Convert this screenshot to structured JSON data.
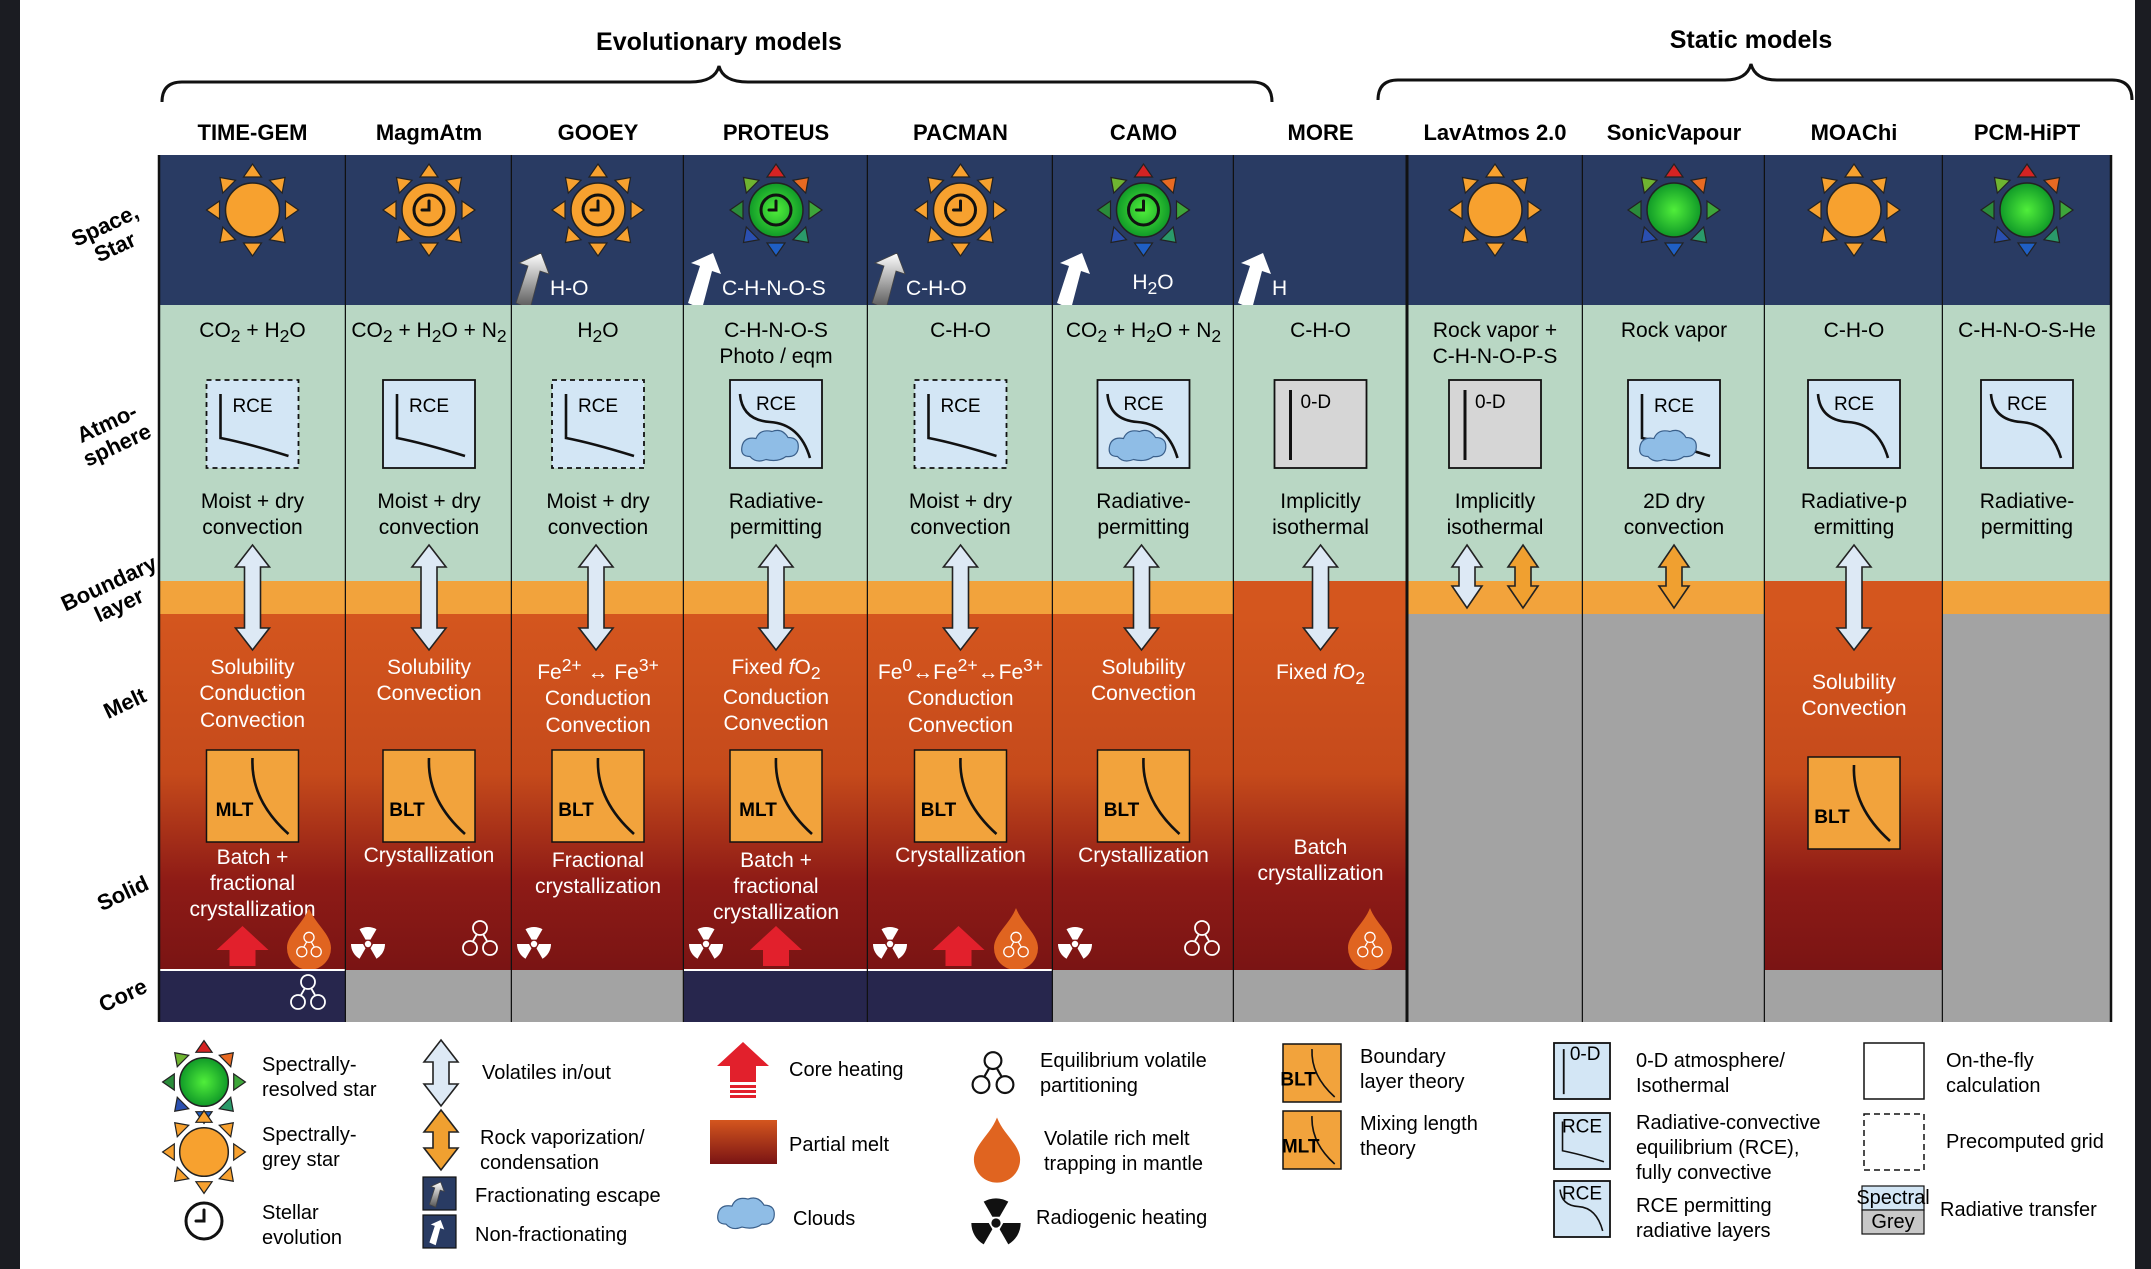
{
  "groups": {
    "evolutionary": "Evolutionary models",
    "static": "Static models"
  },
  "row_labels": {
    "space": "Space,\nStar",
    "atmosphere": "Atmo-\nsphere",
    "boundary": "Boundary\nlayer",
    "melt": "Melt",
    "solid": "Solid",
    "core": "Core"
  },
  "models": [
    {
      "name": "TIME-GEM",
      "star": "grey",
      "clock": false,
      "escape": "",
      "escape_type": "",
      "species": "CO2 + H2O",
      "species_html": "CO<sub>2</sub> + H<sub>2</sub>O",
      "atm_box": "RCE",
      "atm_curve": "rce",
      "atm_grid": true,
      "clouds": false,
      "spectral": false,
      "atm_text": "Moist + dry\nconvection",
      "bl_arrows": [
        "blue"
      ],
      "interior": true,
      "melt_text_html": "Solubility<br>Conduction<br>Convection",
      "mix_box": "MLT",
      "solid_text": "Batch +\nfractional\ncrystallization",
      "icons": [
        "rockdrop"
      ],
      "core_heat": true,
      "core": "dark",
      "core_icons": [
        "partition"
      ]
    },
    {
      "name": "MagmAtm",
      "star": "grey",
      "clock": true,
      "escape": "",
      "escape_type": "",
      "species": "CO2 + H2O + N2",
      "species_html": "CO<sub>2</sub> + H<sub>2</sub>O + N<sub>2</sub>",
      "atm_box": "RCE",
      "atm_curve": "rce",
      "atm_grid": false,
      "clouds": false,
      "spectral": false,
      "atm_text": "Moist + dry\nconvection",
      "bl_arrows": [
        "blue"
      ],
      "interior": true,
      "melt_text_html": "Solubility<br>Convection",
      "mix_box": "BLT",
      "solid_text": "Crystallization",
      "icons": [
        "rad",
        "partition"
      ],
      "core_heat": false,
      "core": "grey",
      "core_icons": []
    },
    {
      "name": "GOOEY",
      "star": "grey",
      "clock": true,
      "escape": "H-O",
      "escape_type": "frac",
      "species": "H2O",
      "species_html": "H<sub>2</sub>O",
      "atm_box": "RCE",
      "atm_curve": "rce",
      "atm_grid": true,
      "clouds": false,
      "spectral": false,
      "atm_text": "Moist + dry\nconvection",
      "bl_arrows": [
        "blue"
      ],
      "interior": true,
      "melt_text_html": "Fe<sup>2+</sup> ↔ Fe<sup>3+</sup><br>Conduction<br>Convection",
      "mix_box": "BLT",
      "solid_text": "Fractional\ncrystallization",
      "icons": [
        "rad"
      ],
      "core_heat": false,
      "core": "grey",
      "core_icons": []
    },
    {
      "name": "PROTEUS",
      "star": "spectral",
      "clock": true,
      "escape": "C-H-N-O-S",
      "escape_type": "nonfrac",
      "species": "C-H-N-O-S\nPhoto / eqm",
      "species_html": "C-H-N-O-S<br>Photo / eqm",
      "atm_box": "RCE",
      "atm_curve": "rcep",
      "atm_grid": false,
      "clouds": true,
      "spectral": true,
      "atm_text": "Radiative-\npermitting",
      "bl_arrows": [
        "blue"
      ],
      "interior": true,
      "melt_text_html": "Fixed <i>f</i>O<sub>2</sub><br>Conduction<br>Convection",
      "mix_box": "MLT",
      "solid_text": "Batch +\nfractional\ncrystallization",
      "icons": [
        "rad"
      ],
      "core_heat": true,
      "core": "dark",
      "core_icons": []
    },
    {
      "name": "PACMAN",
      "star": "grey",
      "clock": true,
      "escape": "C-H-O",
      "escape_type": "frac",
      "species": "C-H-O",
      "species_html": "C-H-O",
      "atm_box": "RCE",
      "atm_curve": "rce",
      "atm_grid": true,
      "clouds": false,
      "spectral": false,
      "atm_text": "Moist + dry\nconvection",
      "bl_arrows": [
        "blue"
      ],
      "interior": true,
      "melt_text_html": "Fe<sup>0</sup>↔Fe<sup>2+</sup>↔Fe<sup>3+</sup><br>Conduction<br>Convection",
      "mix_box": "BLT",
      "solid_text": "Crystallization",
      "icons": [
        "rad",
        "rockdrop"
      ],
      "core_heat": true,
      "core": "dark",
      "core_icons": []
    },
    {
      "name": "CAMO",
      "star": "spectral",
      "clock": true,
      "escape": "H2O",
      "escape_type": "nonfrac",
      "species": "CO2 + H2O + N2",
      "species_html": "CO<sub>2</sub> + H<sub>2</sub>O + N<sub>2</sub>",
      "atm_box": "RCE",
      "atm_curve": "rcep",
      "atm_grid": false,
      "clouds": true,
      "spectral": false,
      "atm_text": "Radiative-\npermitting",
      "bl_arrows": [
        "blue"
      ],
      "interior": true,
      "melt_text_html": "Solubility<br>Convection",
      "mix_box": "BLT",
      "solid_text": "Crystallization",
      "icons": [
        "rad",
        "partition"
      ],
      "core_heat": false,
      "core": "grey",
      "core_icons": []
    },
    {
      "name": "MORE",
      "star": "none",
      "clock": false,
      "escape": "H",
      "escape_type": "nonfrac",
      "species": "C-H-O",
      "species_html": "C-H-O",
      "atm_box": "0-D",
      "atm_curve": "0d",
      "atm_grid": false,
      "clouds": false,
      "spectral": true,
      "atm_text": "Implicitly\nisothermal",
      "bl_arrows": [
        "blue"
      ],
      "interior": true,
      "melt_text_html": "Fixed <i>f</i>O<sub>2</sub>",
      "mix_box": "",
      "solid_text": "Batch\ncrystallization",
      "icons": [
        "rockdrop"
      ],
      "core_heat": false,
      "core": "grey",
      "core_icons": []
    },
    {
      "name": "LavAtmos 2.0",
      "star": "grey",
      "clock": false,
      "escape": "",
      "escape_type": "",
      "species": "Rock vapor +\nC-H-N-O-P-S",
      "species_html": "Rock vapor +<br>C-H-N-O-P-S",
      "atm_box": "0-D",
      "atm_curve": "0d",
      "atm_grid": false,
      "clouds": false,
      "spectral": true,
      "atm_text": "Implicitly\nisothermal",
      "bl_arrows": [
        "blue",
        "orange"
      ],
      "interior": false,
      "melt_text_html": "",
      "mix_box": "",
      "solid_text": "",
      "icons": [],
      "core_heat": false,
      "core": "grey",
      "core_icons": []
    },
    {
      "name": "SonicVapour",
      "star": "spectral",
      "clock": false,
      "escape": "",
      "escape_type": "",
      "species": "Rock vapor",
      "species_html": "Rock vapor",
      "atm_box": "RCE",
      "atm_curve": "rce",
      "atm_grid": false,
      "clouds": true,
      "spectral": false,
      "atm_text": "2D dry\nconvection",
      "bl_arrows": [
        "orange"
      ],
      "interior": false,
      "melt_text_html": "",
      "mix_box": "",
      "solid_text": "",
      "icons": [],
      "core_heat": false,
      "core": "grey",
      "core_icons": []
    },
    {
      "name": "MOAChi",
      "star": "grey",
      "clock": false,
      "escape": "",
      "escape_type": "",
      "species": "C-H-O",
      "species_html": "C-H-O",
      "atm_box": "RCE",
      "atm_curve": "rcep",
      "atm_grid": false,
      "clouds": false,
      "spectral": true,
      "atm_text": "Radiative-p\nermitting",
      "bl_arrows": [
        "blue"
      ],
      "interior": true,
      "melt_text_html": "Solubility<br>Convection",
      "mix_box": "BLT",
      "solid_text": "",
      "icons": [],
      "core_heat": false,
      "core": "grey",
      "core_icons": []
    },
    {
      "name": "PCM-HiPT",
      "star": "spectral",
      "clock": false,
      "escape": "",
      "escape_type": "",
      "species": "C-H-N-O-S-He",
      "species_html": "C-H-N-O-S-He",
      "atm_box": "RCE",
      "atm_curve": "rcep",
      "atm_grid": false,
      "clouds": false,
      "spectral": false,
      "atm_text": "Radiative-\npermitting",
      "bl_arrows": [],
      "interior": false,
      "melt_text_html": "",
      "mix_box": "",
      "solid_text": "",
      "icons": [],
      "core_heat": false,
      "core": "grey",
      "core_icons": []
    }
  ],
  "legend": {
    "spectral_star": "Spectrally-\nresolved star",
    "grey_star": "Spectrally-\ngrey star",
    "stellar_evolution": "Stellar\nevolution",
    "volatiles": "Volatiles in/out",
    "rock_vapor": "Rock vaporization/\ncondensation",
    "frac_escape": "Fractionating escape",
    "nonfrac_escape": "Non-fractionating",
    "core_heating": "Core heating",
    "partial_melt": "Partial melt",
    "clouds": "Clouds",
    "partitioning": "Equilibrium volatile\npartitioning",
    "volatile_trap": "Volatile rich melt\ntrapping in mantle",
    "radiogenic": "Radiogenic heating",
    "blt": "Boundary\nlayer theory",
    "mlt": "Mixing length\ntheory",
    "blt_box": "BLT",
    "mlt_box": "MLT",
    "zero_d": "0-D atmosphere/\nIsothermal",
    "rce": "Radiative-convective\nequilibrium (RCE),\nfully convective",
    "rcep": "RCE permitting\nradiative layers",
    "zero_d_box": "0-D",
    "rce_box": "RCE",
    "rcep_box": "RCE",
    "onthefly": "On-the-fly\ncalculation",
    "precomputed": "Precomputed grid",
    "radiative": "Radiative transfer",
    "spectral_word": "Spectral",
    "grey_word": "Grey"
  },
  "colors": {
    "space": "#293b63",
    "atmosphere": "#b9d7c4",
    "boundary": "#f2a33c",
    "melt": "#d4561e",
    "solid": "#7a1414",
    "core_dark": "#27264d",
    "core_grey": "#a3a3a3",
    "panel": "#ffffff",
    "sun": "#f7a12f"
  }
}
